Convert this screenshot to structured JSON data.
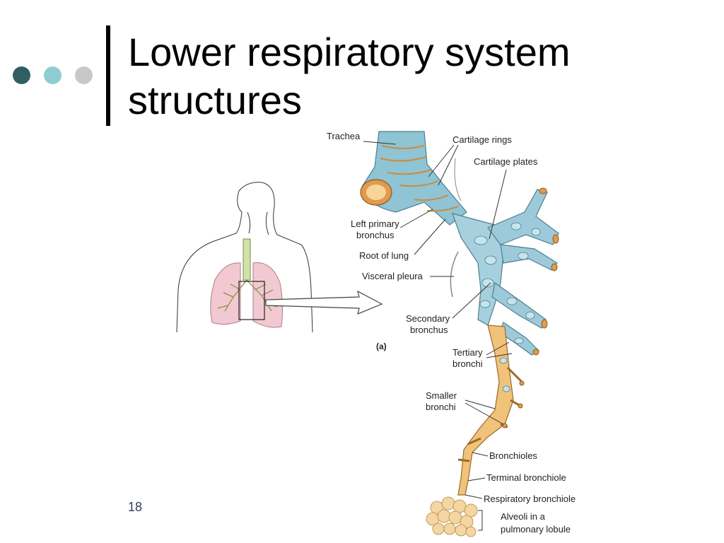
{
  "slide": {
    "title_line1": "Lower respiratory system",
    "title_line2": "structures",
    "number": "18",
    "dot_colors": [
      "#2f5f63",
      "#8fcdd2",
      "#c8c8c8"
    ]
  },
  "figure": {
    "panel_label": "(a)",
    "labels": {
      "trachea": "Trachea",
      "cartilage_rings": "Cartilage rings",
      "cartilage_plates": "Cartilage plates",
      "left_primary_1": "Left primary",
      "left_primary_2": "bronchus",
      "root_of_lung": "Root of lung",
      "visceral_pleura": "Visceral pleura",
      "secondary_1": "Secondary",
      "secondary_2": "bronchus",
      "tertiary_1": "Tertiary",
      "tertiary_2": "bronchi",
      "smaller_1": "Smaller",
      "smaller_2": "bronchi",
      "bronchioles": "Bronchioles",
      "terminal": "Terminal  bronchiole",
      "respiratory": "Respiratory bronchiole",
      "alveoli_1": "Alveoli in a",
      "alveoli_2": "pulmonary lobule"
    }
  },
  "colors": {
    "cartilage": "#8ec4d4",
    "airway": "#f1c27a",
    "lung": "#f2c9d2",
    "outline": "#555555"
  }
}
